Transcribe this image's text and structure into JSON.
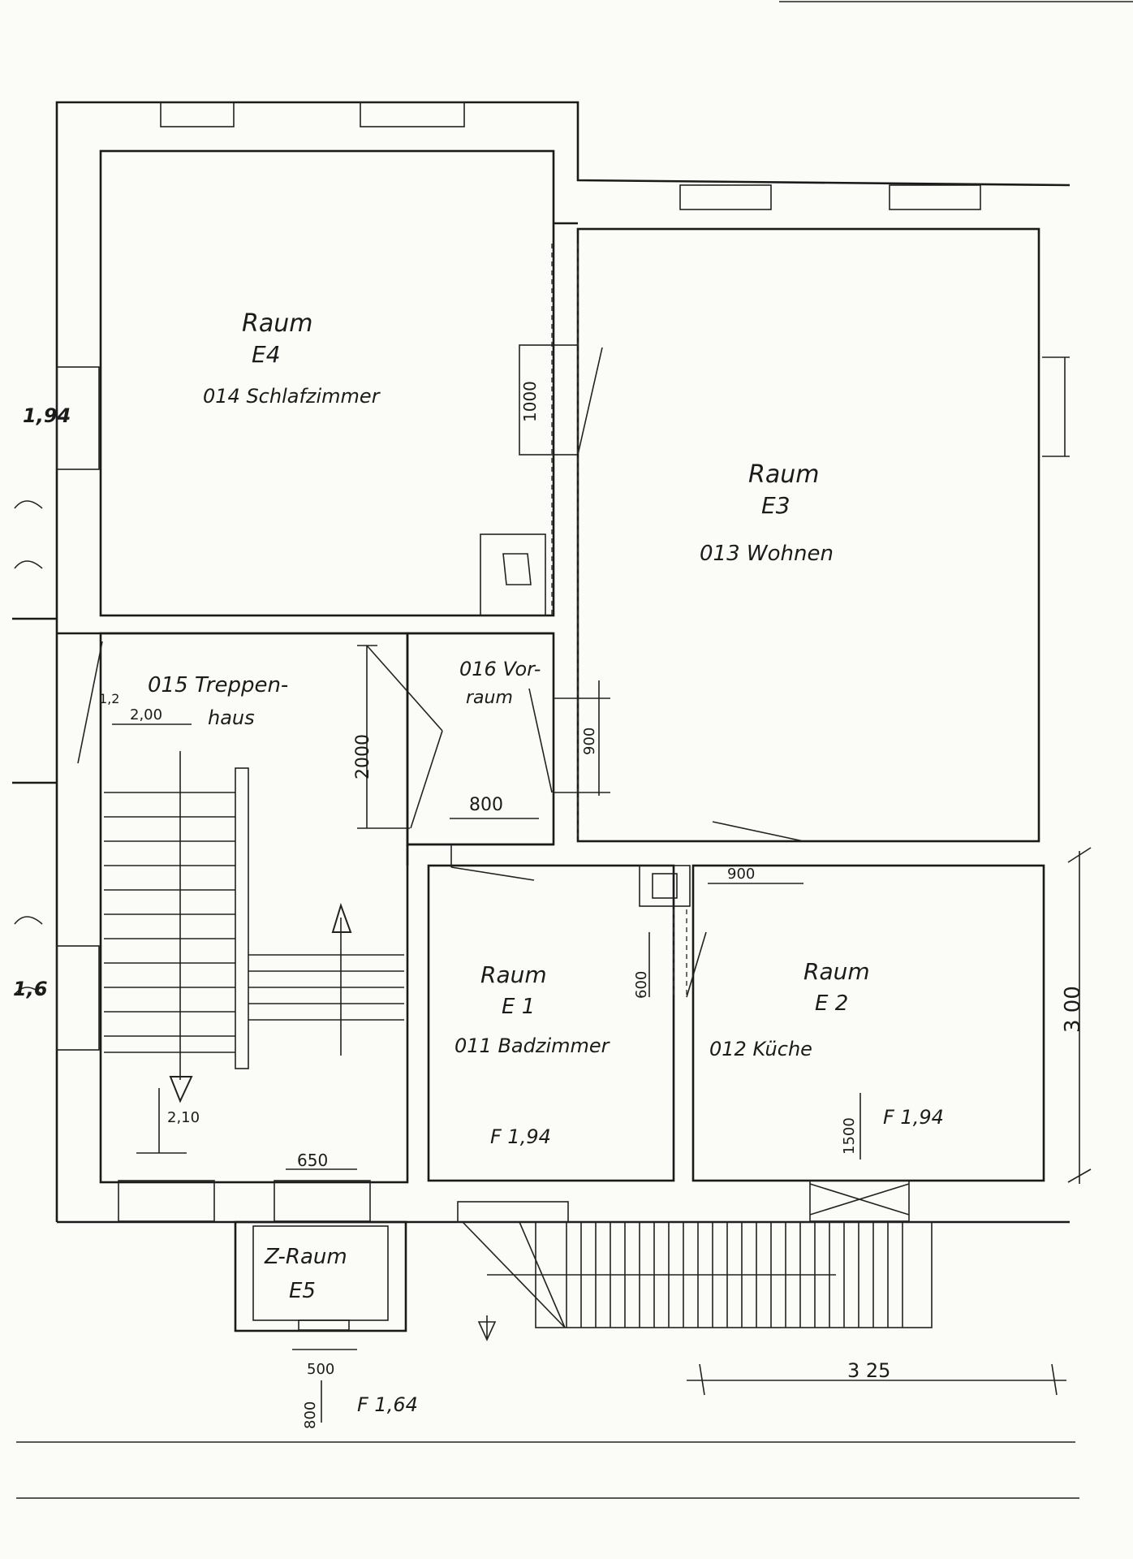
{
  "rooms": {
    "e4": {
      "raum": "Raum",
      "id": "E4",
      "name": "014 Schlafzimmer"
    },
    "e3": {
      "raum": "Raum",
      "id": "E3",
      "name": "013 Wohnen"
    },
    "e1": {
      "raum": "Raum",
      "id": "E 1",
      "name": "011 Badzimmer",
      "window": "F 1,94"
    },
    "e2": {
      "raum": "Raum",
      "id": "E 2",
      "name": "012 Küche",
      "window": "F 1,94"
    },
    "e5": {
      "raum": "Z-Raum",
      "id": "E5",
      "window": "F 1,64"
    },
    "hall": {
      "name_line1": "015 Treppen-",
      "name_line2": "haus"
    },
    "vorraum": {
      "name_line1": "016 Vor-",
      "name_line2": "raum"
    }
  },
  "dimensions": {
    "d_1000": "1000",
    "d_2000": "2000",
    "d_900_vert": "900",
    "d_800": "800",
    "d_900_horz": "900",
    "d_600": "600",
    "d_1500": "1500",
    "d_300": "3 00",
    "d_325": "3 25",
    "d_650": "650",
    "d_500": "500",
    "d_800_small": "800",
    "stair_200_top": "2,00",
    "stair_200_bottom": "2,10",
    "stair_12": "1,2"
  },
  "margin_labels": {
    "left_194": "1,94",
    "left_16": "1,6"
  }
}
